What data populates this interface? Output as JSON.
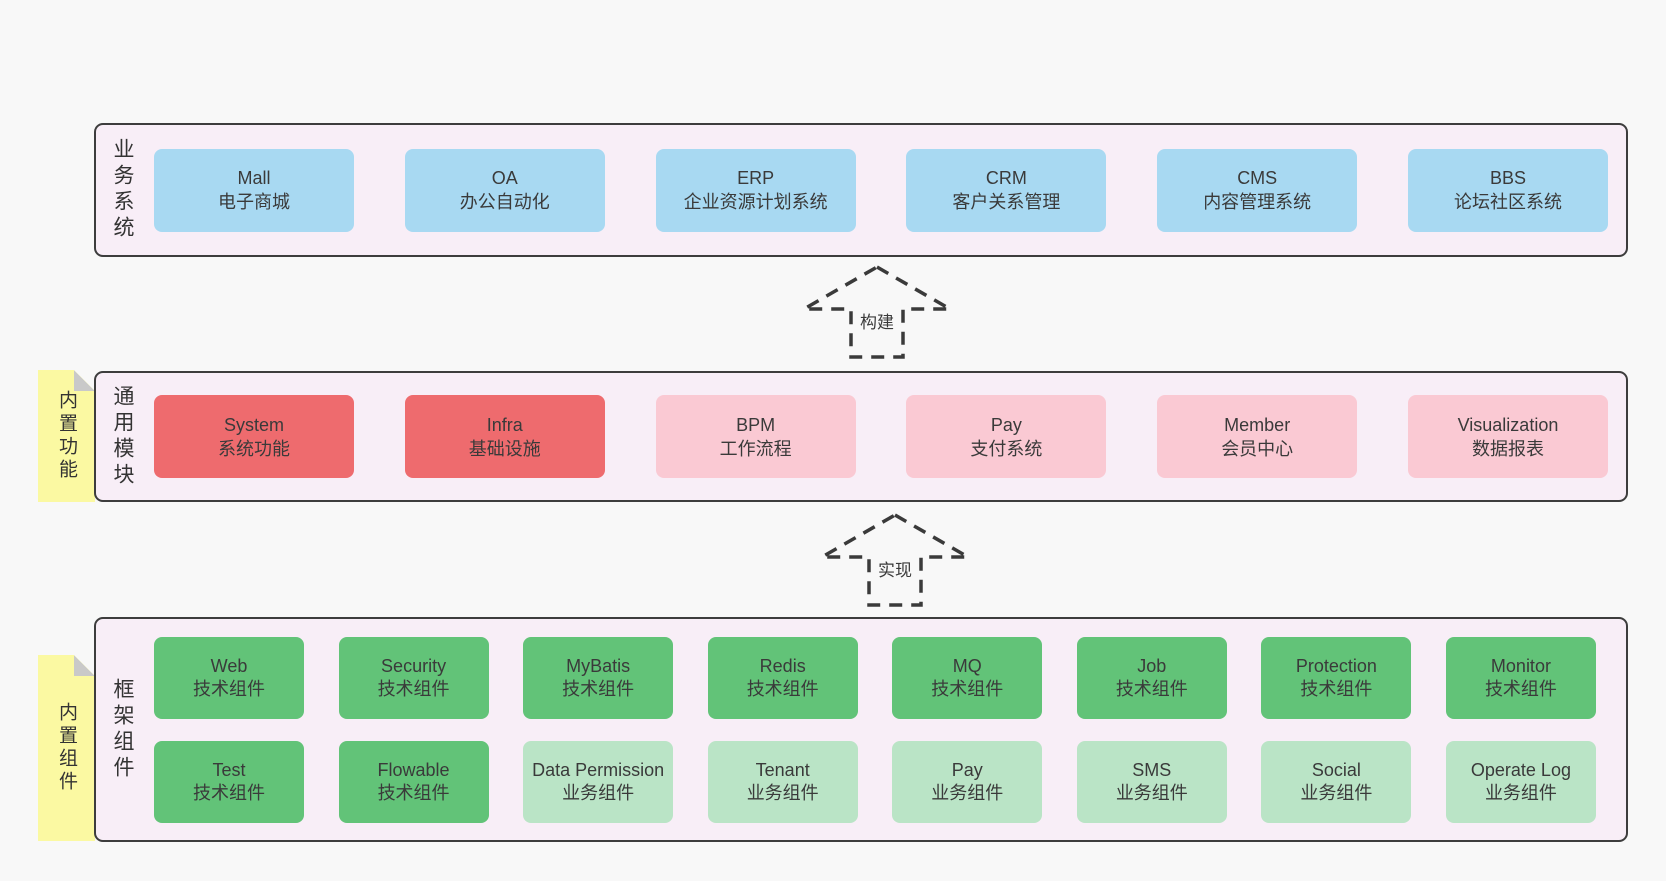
{
  "colors": {
    "page_bg": "#f8f8f8",
    "container_fill": "#f8eef7",
    "container_border": "#3d3d3d",
    "blue": "#a8d9f2",
    "red": "#ee6b6e",
    "pink": "#fac9d3",
    "green": "#62c378",
    "light_green": "#bae4c6",
    "note_yellow": "#fbf9a2",
    "fold_gray": "#c9c9c9",
    "arrow_stroke": "#3a3a3a"
  },
  "layers": [
    {
      "id": "business-systems",
      "label": "业务系统",
      "boxes": [
        {
          "name": "Mall",
          "subtitle": "电子商城",
          "type": "blue"
        },
        {
          "name": "OA",
          "subtitle": "办公自动化",
          "type": "blue"
        },
        {
          "name": "ERP",
          "subtitle": "企业资源计划系统",
          "type": "blue"
        },
        {
          "name": "CRM",
          "subtitle": "客户关系管理",
          "type": "blue"
        },
        {
          "name": "CMS",
          "subtitle": "内容管理系统",
          "type": "blue"
        },
        {
          "name": "BBS",
          "subtitle": "论坛社区系统",
          "type": "blue"
        }
      ]
    },
    {
      "id": "common-modules",
      "label": "通用模块",
      "note": "内置功能",
      "boxes": [
        {
          "name": "System",
          "subtitle": "系统功能",
          "type": "red"
        },
        {
          "name": "Infra",
          "subtitle": "基础设施",
          "type": "red"
        },
        {
          "name": "BPM",
          "subtitle": "工作流程",
          "type": "pink"
        },
        {
          "name": "Pay",
          "subtitle": "支付系统",
          "type": "pink"
        },
        {
          "name": "Member",
          "subtitle": "会员中心",
          "type": "pink"
        },
        {
          "name": "Visualization",
          "subtitle": "数据报表",
          "type": "pink"
        }
      ]
    },
    {
      "id": "framework-components",
      "label": "框架组件",
      "note": "内置组件",
      "rows": [
        [
          {
            "name": "Web",
            "subtitle": "技术组件",
            "type": "green"
          },
          {
            "name": "Security",
            "subtitle": "技术组件",
            "type": "green"
          },
          {
            "name": "MyBatis",
            "subtitle": "技术组件",
            "type": "green"
          },
          {
            "name": "Redis",
            "subtitle": "技术组件",
            "type": "green"
          },
          {
            "name": "MQ",
            "subtitle": "技术组件",
            "type": "green"
          },
          {
            "name": "Job",
            "subtitle": "技术组件",
            "type": "green"
          },
          {
            "name": "Protection",
            "subtitle": "技术组件",
            "type": "green"
          },
          {
            "name": "Monitor",
            "subtitle": "技术组件",
            "type": "green"
          }
        ],
        [
          {
            "name": "Test",
            "subtitle": "技术组件",
            "type": "green"
          },
          {
            "name": "Flowable",
            "subtitle": "技术组件",
            "type": "green"
          },
          {
            "name": "Data Permission",
            "subtitle": "业务组件",
            "type": "lightgreen"
          },
          {
            "name": "Tenant",
            "subtitle": "业务组件",
            "type": "lightgreen"
          },
          {
            "name": "Pay",
            "subtitle": "业务组件",
            "type": "lightgreen"
          },
          {
            "name": "SMS",
            "subtitle": "业务组件",
            "type": "lightgreen"
          },
          {
            "name": "Social",
            "subtitle": "业务组件",
            "type": "lightgreen"
          },
          {
            "name": "Operate Log",
            "subtitle": "业务组件",
            "type": "lightgreen"
          }
        ]
      ]
    }
  ],
  "arrows": [
    {
      "label": "构建"
    },
    {
      "label": "实现"
    }
  ]
}
